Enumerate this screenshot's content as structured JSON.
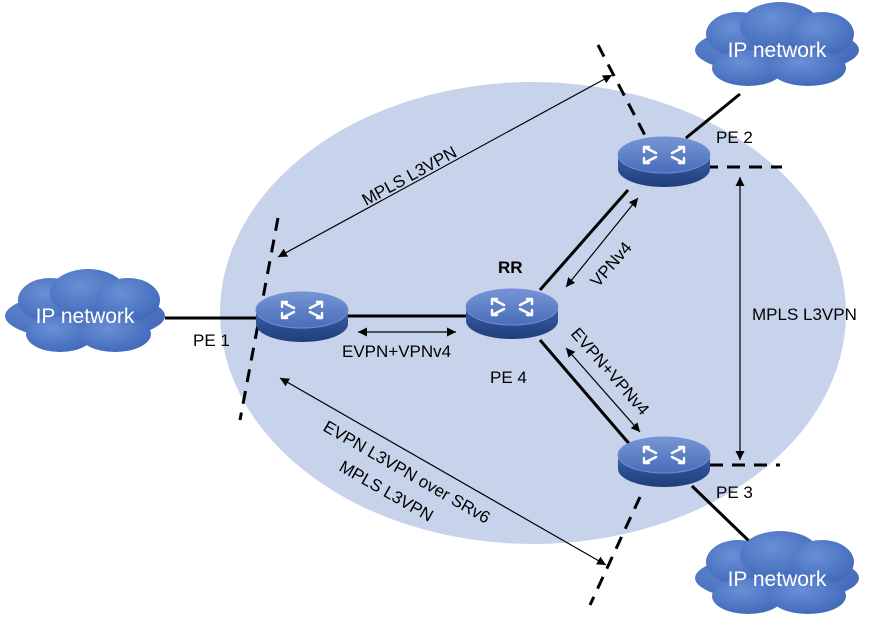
{
  "clouds": {
    "left": "IP network",
    "top_right": "IP network",
    "bottom_right": "IP network"
  },
  "routers": {
    "pe1": "PE 1",
    "pe2": "PE 2",
    "pe3": "PE 3",
    "pe4": "PE 4",
    "rr": "RR"
  },
  "links": {
    "pe1_pe4": "EVPN+VPNv4",
    "pe4_pe2": "VPNv4",
    "pe4_pe3": "EVPN+VPNv4",
    "pe1_pe2": "MPLS L3VPN",
    "pe2_pe3": "MPLS L3VPN",
    "pe1_pe3_line1": "EVPN L3VPN over SRv6",
    "pe1_pe3_line2": "MPLS L3VPN"
  },
  "colors": {
    "domain_fill": "#c7d3ea",
    "cloud": "#4470c4",
    "router_top": "#5b7fc8",
    "router_side": "#2f5497"
  }
}
